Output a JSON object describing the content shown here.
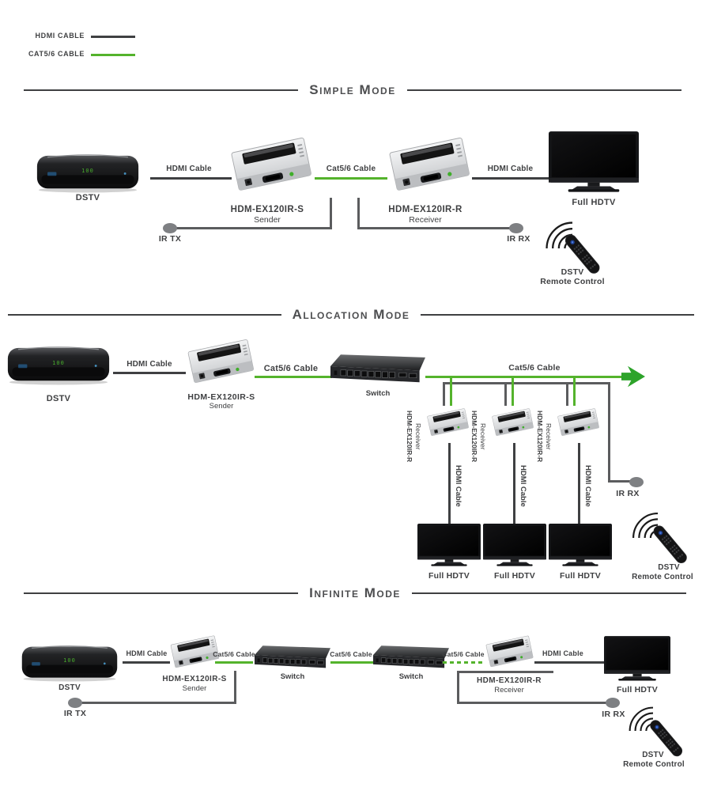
{
  "legend": {
    "hdmi_cable": "HDMI CABLE",
    "cat5_cable": "CAT5/6 CABLE"
  },
  "modes": {
    "simple": {
      "title": "Simple Mode"
    },
    "allocation": {
      "title": "Allocation Mode"
    },
    "infinite": {
      "title": "Infinite Mode"
    }
  },
  "labels": {
    "hdmi_cable": "HDMI Cable",
    "cat_cable": "Cat5/6 Cable",
    "dstv": "DSTV",
    "sender_model": "HDM-EX120IR-S",
    "sender_role": "Sender",
    "receiver_model": "HDM-EX120IR-R",
    "receiver_role": "Receiver",
    "full_hdtv": "Full HDTV",
    "switch": "Switch",
    "ir_tx": "IR TX",
    "ir_rx": "IR RX",
    "remote_brand": "DSTV",
    "remote_name": "Remote Control",
    "decoder_display": "100"
  },
  "colors": {
    "hdmi_cable_line": "#3f4042",
    "cat5_cable_line": "#54b32c",
    "ir_cable_line": "#5b5c5e",
    "ir_dot": "#7e8083",
    "label_text": "#3f4042",
    "bus_arrow": "#2da32a"
  }
}
